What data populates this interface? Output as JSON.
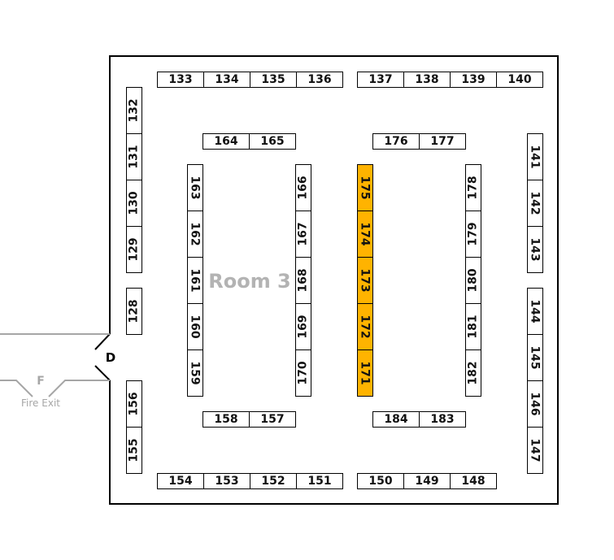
{
  "room_label": "Room 3",
  "door_label": "D",
  "fire_exit": {
    "letter": "F",
    "label": "Fire Exit"
  },
  "colors": {
    "highlight": "#FFB300",
    "wall": "#000000",
    "exit_lines": "#a6a6a6"
  },
  "booth_groups": [
    {
      "booths": [
        "133",
        "134",
        "135",
        "136"
      ]
    },
    {
      "booths": [
        "137",
        "138",
        "139",
        "140"
      ]
    },
    {
      "booths": [
        "132",
        "131",
        "130",
        "129"
      ]
    },
    {
      "booths": [
        "128"
      ]
    },
    {
      "booths": [
        "156",
        "155"
      ]
    },
    {
      "booths": [
        "154",
        "153",
        "152",
        "151"
      ]
    },
    {
      "booths": [
        "150",
        "149",
        "148"
      ]
    },
    {
      "booths": [
        "164",
        "165"
      ]
    },
    {
      "booths": [
        "163",
        "162",
        "161",
        "160",
        "159"
      ]
    },
    {
      "booths": [
        "166",
        "167",
        "168",
        "169",
        "170"
      ]
    },
    {
      "booths": [
        "158",
        "157"
      ]
    },
    {
      "booths": [
        "175",
        "174",
        "173",
        "172",
        "171"
      ],
      "highlighted": true
    },
    {
      "booths": [
        "176",
        "177"
      ]
    },
    {
      "booths": [
        "178",
        "179",
        "180",
        "181",
        "182"
      ]
    },
    {
      "booths": [
        "184",
        "183"
      ]
    },
    {
      "booths": [
        "141",
        "142",
        "143"
      ]
    },
    {
      "booths": [
        "144",
        "145",
        "146",
        "147"
      ]
    }
  ]
}
